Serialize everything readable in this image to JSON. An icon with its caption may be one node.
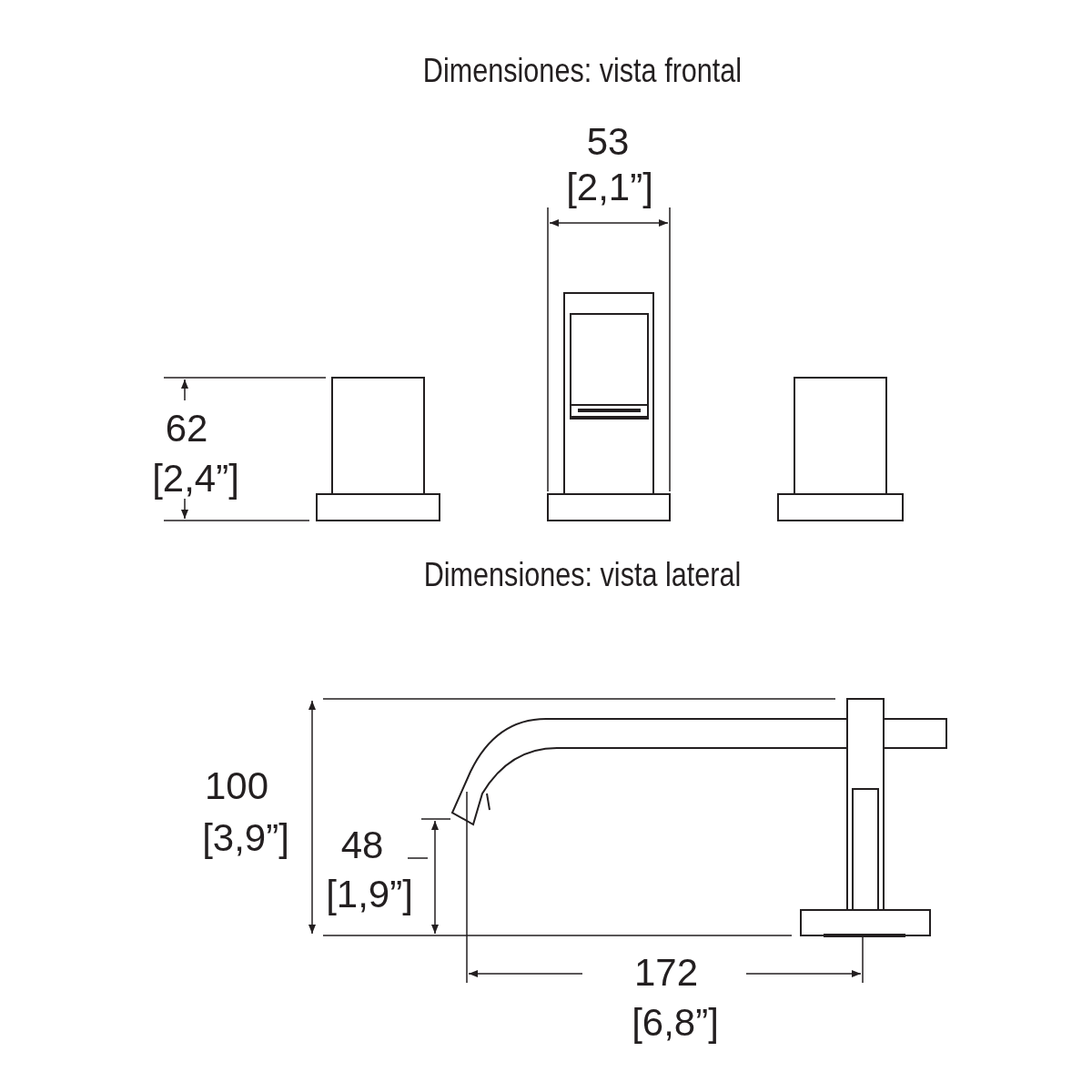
{
  "diagram": {
    "labels": [
      "Dimensiones: vista frontal",
      "53",
      "[2,1”]",
      "62",
      "[2,4”]",
      "Dimensiones: vista lateral",
      "100",
      "[3,9”]",
      "48",
      "[1,9”]",
      "172",
      "[6,8”]"
    ]
  }
}
